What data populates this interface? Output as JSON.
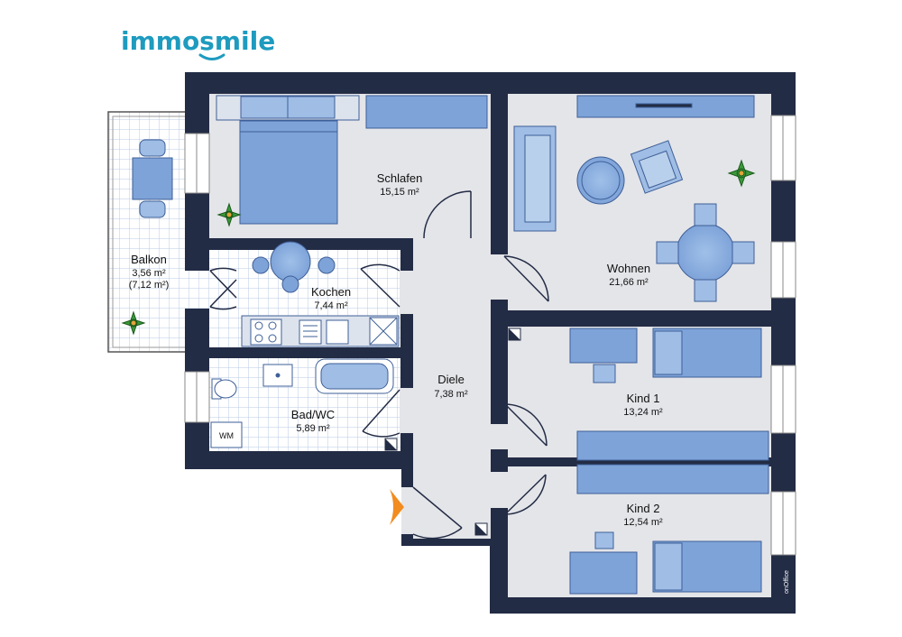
{
  "brand": {
    "logo_text": "immosmile",
    "credit": "onOffice"
  },
  "rooms": {
    "schlafen": {
      "name": "Schlafen",
      "area": "15,15 m²"
    },
    "wohnen": {
      "name": "Wohnen",
      "area": "21,66 m²"
    },
    "balkon": {
      "name": "Balkon",
      "area": "3,56 m²",
      "area_full": "(7,12 m²)"
    },
    "kochen": {
      "name": "Kochen",
      "area": "7,44 m²"
    },
    "diele": {
      "name": "Diele",
      "area": "7,38 m²"
    },
    "kind1": {
      "name": "Kind 1",
      "area": "13,24 m²"
    },
    "bad": {
      "name": "Bad/WC",
      "area": "5,89 m²"
    },
    "kind2": {
      "name": "Kind 2",
      "area": "12,54 m²"
    }
  },
  "fixtures": {
    "washing_machine": "WM"
  },
  "colors": {
    "wall": "#232c45",
    "floor": "#e4e5e9",
    "furniture": "#7ea3d9",
    "furniture_edge": "#3e5f97",
    "tile": "#ffffff",
    "tile_line": "#b9cbe4",
    "entrance_marker": "#f28c1e",
    "logo": "#1e9bbf"
  }
}
